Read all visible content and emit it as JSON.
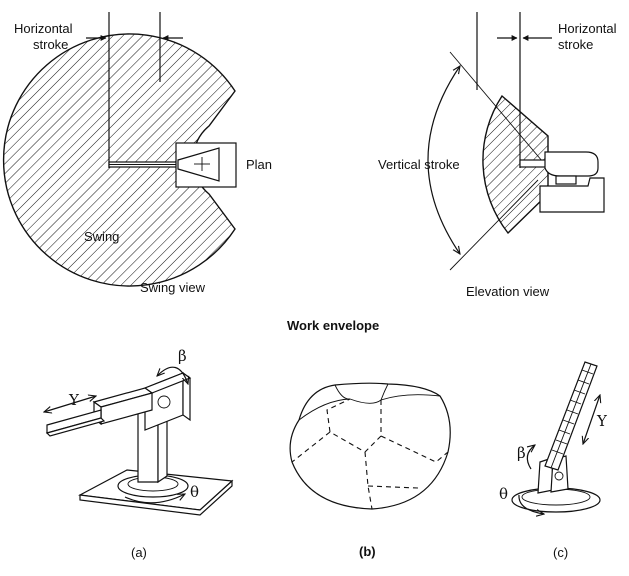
{
  "swing_view": {
    "horizontal_stroke_line1": "Horizontal",
    "horizontal_stroke_line2": "stroke",
    "plan": "Plan",
    "swing": "Swing",
    "caption": "Swing view"
  },
  "elevation_view": {
    "horizontal_stroke_line1": "Horizontal",
    "horizontal_stroke_line2": "stroke",
    "vertical_stroke": "Vertical stroke",
    "caption": "Elevation view"
  },
  "section_title": "Work envelope",
  "robots": {
    "a": {
      "label": "(a)",
      "gamma": "Y",
      "beta": "β",
      "theta": "θ"
    },
    "b": {
      "label": "(b)"
    },
    "c": {
      "label": "(c)",
      "gamma": "Y",
      "beta": "β",
      "theta": "θ"
    }
  }
}
